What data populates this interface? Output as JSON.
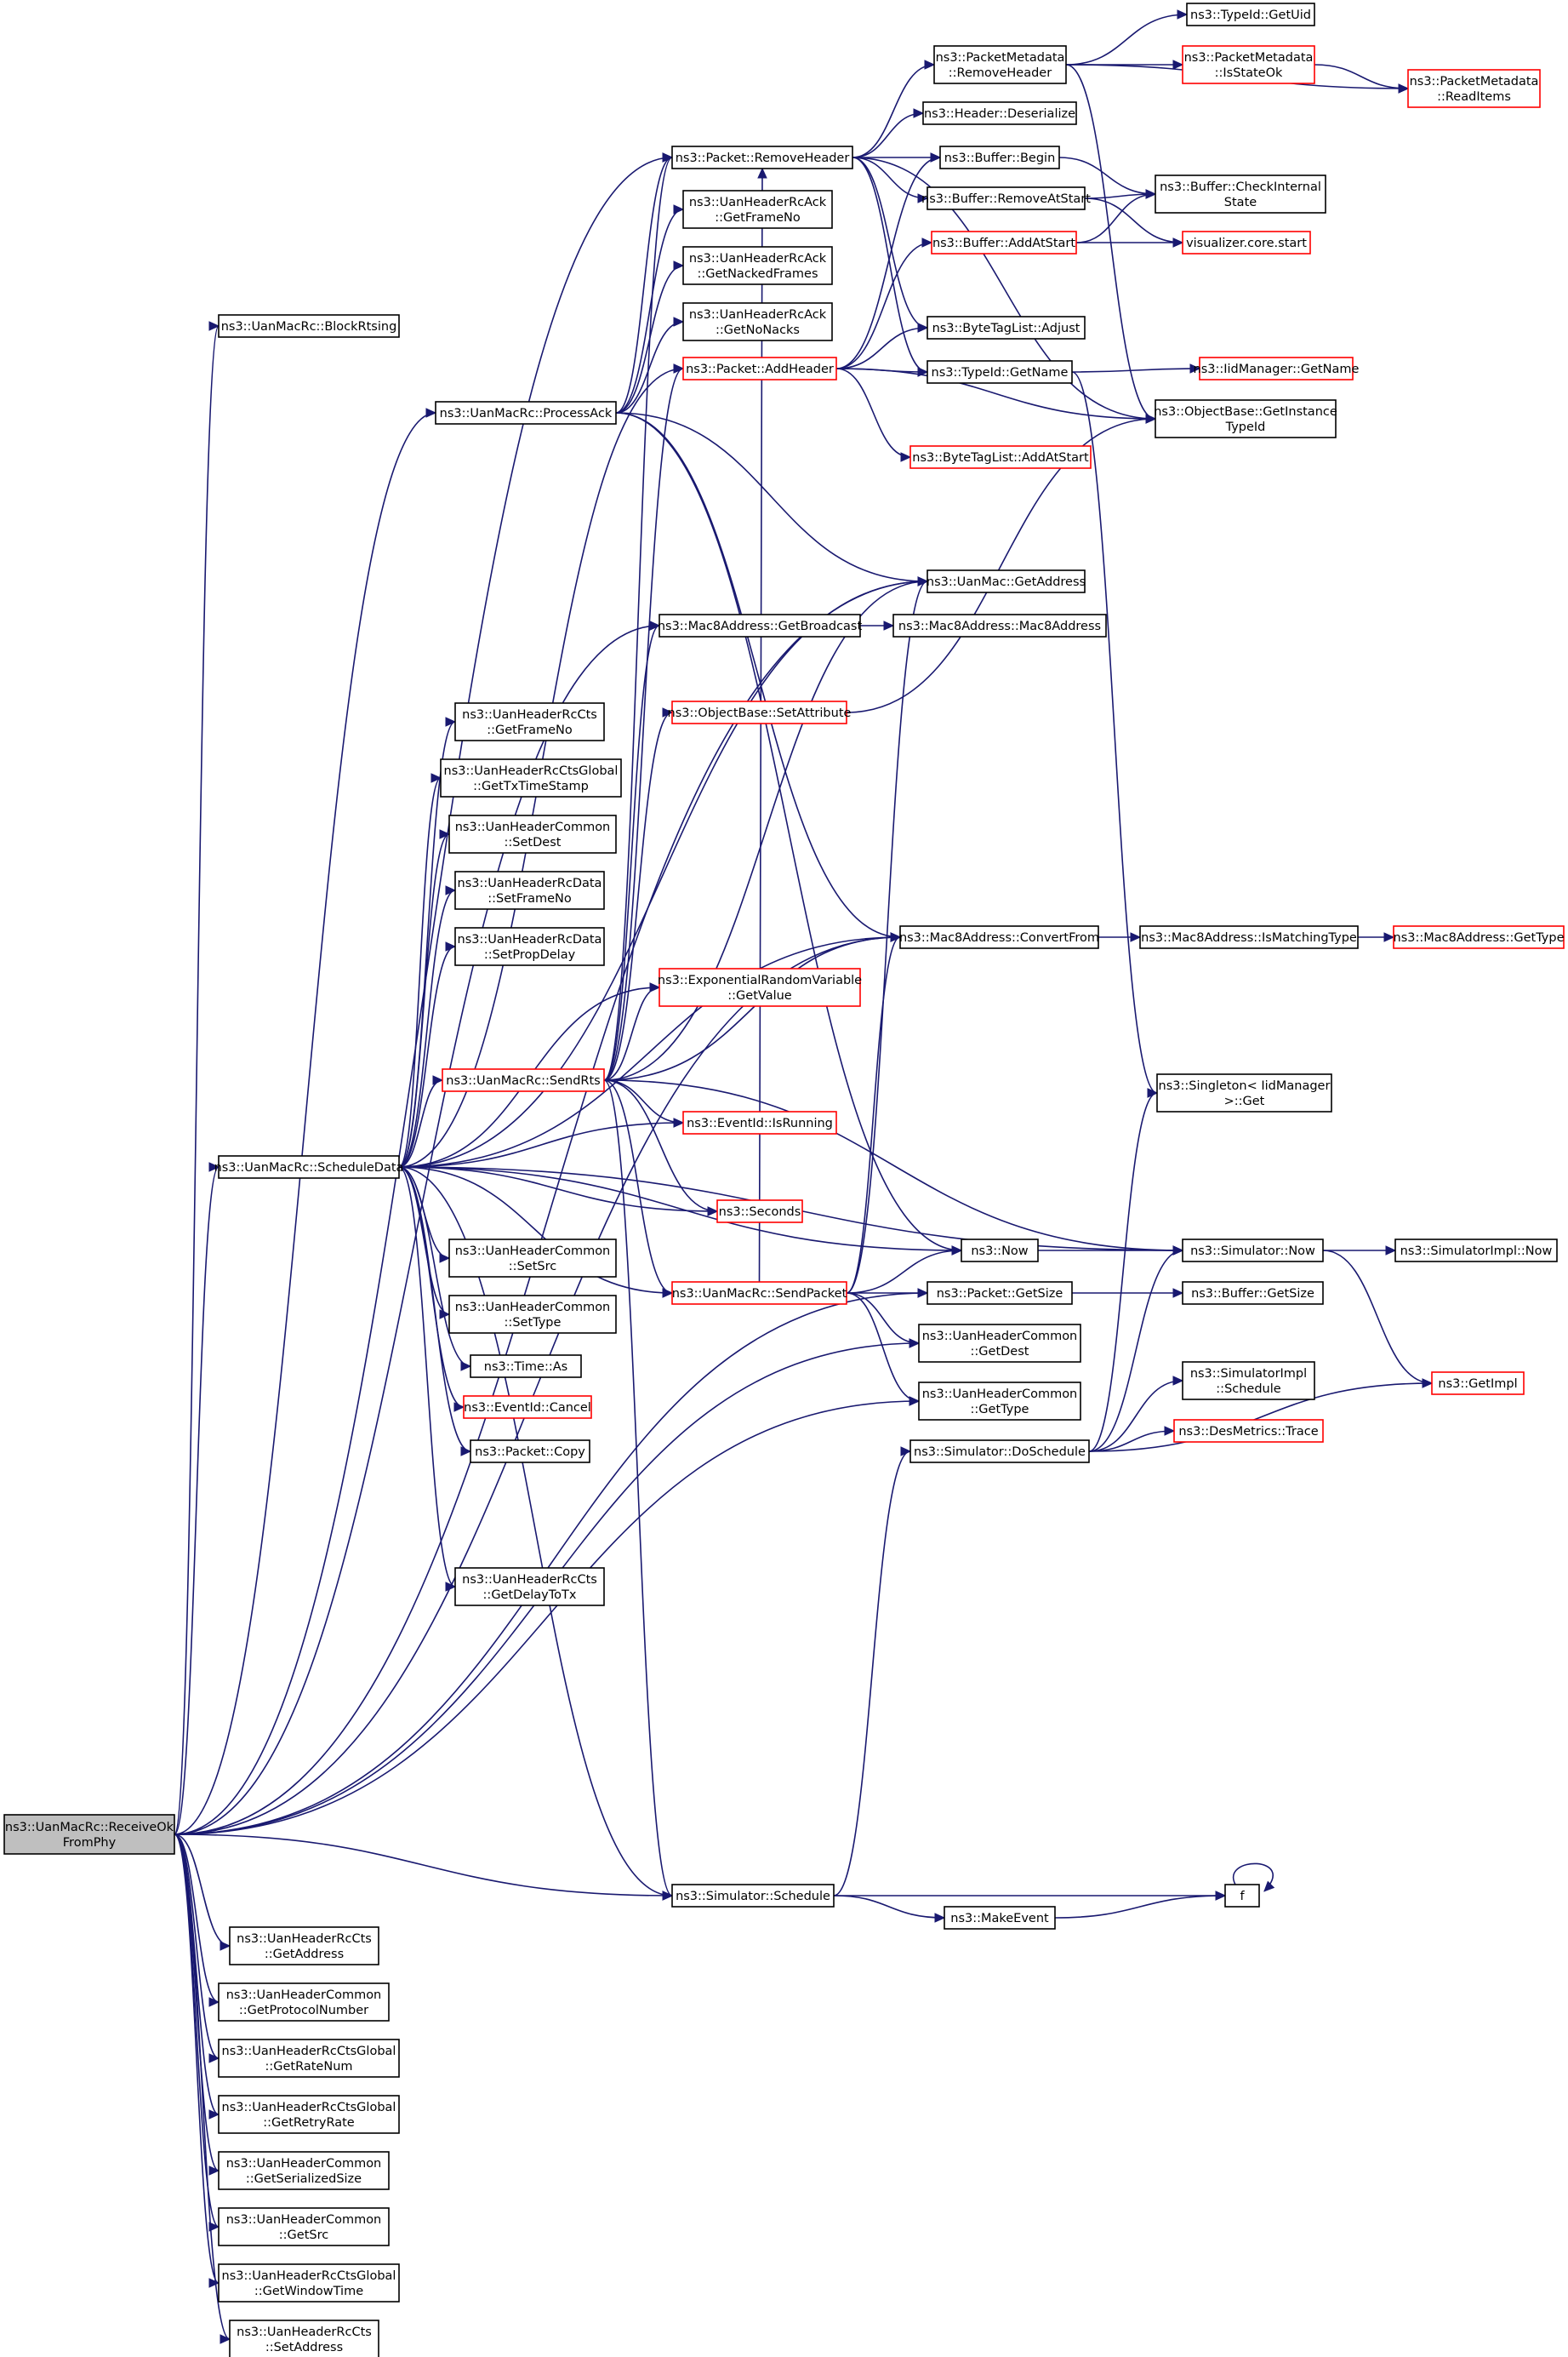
{
  "colors": {
    "edge": "#191970",
    "border_normal": "#000000",
    "border_red": "#ff0000",
    "root_fill": "#bfbfbf"
  },
  "nodes": [
    {
      "id": "root",
      "lines": [
        "ns3::UanMacRc::ReceiveOk",
        "FromPhy"
      ],
      "style": "root"
    },
    {
      "id": "blockRts",
      "lines": [
        "ns3::UanMacRc::BlockRtsing"
      ],
      "style": "normal"
    },
    {
      "id": "processAck",
      "lines": [
        "ns3::UanMacRc::ProcessAck"
      ],
      "style": "normal"
    },
    {
      "id": "scheduleData",
      "lines": [
        "ns3::UanMacRc::ScheduleData"
      ],
      "style": "normal"
    },
    {
      "id": "ctsGetAddress",
      "lines": [
        "ns3::UanHeaderRcCts",
        "::GetAddress"
      ],
      "style": "normal"
    },
    {
      "id": "commonGetProto",
      "lines": [
        "ns3::UanHeaderCommon",
        "::GetProtocolNumber"
      ],
      "style": "normal"
    },
    {
      "id": "ctsGlobalRateNum",
      "lines": [
        "ns3::UanHeaderRcCtsGlobal",
        "::GetRateNum"
      ],
      "style": "normal"
    },
    {
      "id": "ctsGlobalRetryRate",
      "lines": [
        "ns3::UanHeaderRcCtsGlobal",
        "::GetRetryRate"
      ],
      "style": "normal"
    },
    {
      "id": "commonGetSerSize",
      "lines": [
        "ns3::UanHeaderCommon",
        "::GetSerializedSize"
      ],
      "style": "normal"
    },
    {
      "id": "commonGetSrc",
      "lines": [
        "ns3::UanHeaderCommon",
        "::GetSrc"
      ],
      "style": "normal"
    },
    {
      "id": "ctsGlobalWindow",
      "lines": [
        "ns3::UanHeaderRcCtsGlobal",
        "::GetWindowTime"
      ],
      "style": "normal"
    },
    {
      "id": "ctsSetAddress",
      "lines": [
        "ns3::UanHeaderRcCts",
        "::SetAddress"
      ],
      "style": "normal"
    },
    {
      "id": "ctsGetFrameNo",
      "lines": [
        "ns3::UanHeaderRcCts",
        "::GetFrameNo"
      ],
      "style": "normal"
    },
    {
      "id": "ctsGlobalTxTs",
      "lines": [
        "ns3::UanHeaderRcCtsGlobal",
        "::GetTxTimeStamp"
      ],
      "style": "normal"
    },
    {
      "id": "commonSetDest",
      "lines": [
        "ns3::UanHeaderCommon",
        "::SetDest"
      ],
      "style": "normal"
    },
    {
      "id": "dataSetFrameNo",
      "lines": [
        "ns3::UanHeaderRcData",
        "::SetFrameNo"
      ],
      "style": "normal"
    },
    {
      "id": "dataSetPropDelay",
      "lines": [
        "ns3::UanHeaderRcData",
        "::SetPropDelay"
      ],
      "style": "normal"
    },
    {
      "id": "commonSetSrc",
      "lines": [
        "ns3::UanHeaderCommon",
        "::SetSrc"
      ],
      "style": "normal"
    },
    {
      "id": "commonSetType",
      "lines": [
        "ns3::UanHeaderCommon",
        "::SetType"
      ],
      "style": "normal"
    },
    {
      "id": "timeAs",
      "lines": [
        "ns3::Time::As"
      ],
      "style": "normal"
    },
    {
      "id": "eventCancel",
      "lines": [
        "ns3::EventId::Cancel"
      ],
      "style": "red"
    },
    {
      "id": "packetCopy",
      "lines": [
        "ns3::Packet::Copy"
      ],
      "style": "normal"
    },
    {
      "id": "ctsGetDelayToTx",
      "lines": [
        "ns3::UanHeaderRcCts",
        "::GetDelayToTx"
      ],
      "style": "normal"
    },
    {
      "id": "removeHeader",
      "lines": [
        "ns3::Packet::RemoveHeader"
      ],
      "style": "normal"
    },
    {
      "id": "ackGetFrameNo",
      "lines": [
        "ns3::UanHeaderRcAck",
        "::GetFrameNo"
      ],
      "style": "normal"
    },
    {
      "id": "ackGetNacked",
      "lines": [
        "ns3::UanHeaderRcAck",
        "::GetNackedFrames"
      ],
      "style": "normal"
    },
    {
      "id": "ackGetNoNacks",
      "lines": [
        "ns3::UanHeaderRcAck",
        "::GetNoNacks"
      ],
      "style": "normal"
    },
    {
      "id": "addHeader",
      "lines": [
        "ns3::Packet::AddHeader"
      ],
      "style": "red"
    },
    {
      "id": "getBroadcast",
      "lines": [
        "ns3::Mac8Address::GetBroadcast"
      ],
      "style": "normal"
    },
    {
      "id": "setAttribute",
      "lines": [
        "ns3::ObjectBase::SetAttribute"
      ],
      "style": "red"
    },
    {
      "id": "expGetValue",
      "lines": [
        "ns3::ExponentialRandomVariable",
        "::GetValue"
      ],
      "style": "red"
    },
    {
      "id": "sendRts",
      "lines": [
        "ns3::UanMacRc::SendRts"
      ],
      "style": "red"
    },
    {
      "id": "isRunning",
      "lines": [
        "ns3::EventId::IsRunning"
      ],
      "style": "red"
    },
    {
      "id": "seconds",
      "lines": [
        "ns3::Seconds"
      ],
      "style": "red"
    },
    {
      "id": "sendPacket",
      "lines": [
        "ns3::UanMacRc::SendPacket"
      ],
      "style": "red"
    },
    {
      "id": "simSchedule",
      "lines": [
        "ns3::Simulator::Schedule"
      ],
      "style": "normal"
    },
    {
      "id": "metaRemoveHeader",
      "lines": [
        "ns3::PacketMetadata",
        "::RemoveHeader"
      ],
      "style": "normal"
    },
    {
      "id": "headerDeserialize",
      "lines": [
        "ns3::Header::Deserialize"
      ],
      "style": "normal"
    },
    {
      "id": "bufferBegin",
      "lines": [
        "ns3::Buffer::Begin"
      ],
      "style": "normal"
    },
    {
      "id": "bufferRemoveAtStart",
      "lines": [
        "ns3::Buffer::RemoveAtStart"
      ],
      "style": "normal"
    },
    {
      "id": "bufferAddAtStart",
      "lines": [
        "ns3::Buffer::AddAtStart"
      ],
      "style": "red"
    },
    {
      "id": "byteTagAdjust",
      "lines": [
        "ns3::ByteTagList::Adjust"
      ],
      "style": "normal"
    },
    {
      "id": "typeIdGetName",
      "lines": [
        "ns3::TypeId::GetName"
      ],
      "style": "normal"
    },
    {
      "id": "byteTagAddAtStart",
      "lines": [
        "ns3::ByteTagList::AddAtStart"
      ],
      "style": "red"
    },
    {
      "id": "uanMacGetAddress",
      "lines": [
        "ns3::UanMac::GetAddress"
      ],
      "style": "normal"
    },
    {
      "id": "mac8Ctor",
      "lines": [
        "ns3::Mac8Address::Mac8Address"
      ],
      "style": "normal"
    },
    {
      "id": "convertFrom",
      "lines": [
        "ns3::Mac8Address::ConvertFrom"
      ],
      "style": "normal"
    },
    {
      "id": "now",
      "lines": [
        "ns3::Now"
      ],
      "style": "normal"
    },
    {
      "id": "packetGetSize",
      "lines": [
        "ns3::Packet::GetSize"
      ],
      "style": "normal"
    },
    {
      "id": "commonGetDest",
      "lines": [
        "ns3::UanHeaderCommon",
        "::GetDest"
      ],
      "style": "normal"
    },
    {
      "id": "commonGetType",
      "lines": [
        "ns3::UanHeaderCommon",
        "::GetType"
      ],
      "style": "normal"
    },
    {
      "id": "doSchedule",
      "lines": [
        "ns3::Simulator::DoSchedule"
      ],
      "style": "normal"
    },
    {
      "id": "makeEvent",
      "lines": [
        "ns3::MakeEvent"
      ],
      "style": "normal"
    },
    {
      "id": "typeIdGetUid",
      "lines": [
        "ns3::TypeId::GetUid"
      ],
      "style": "normal"
    },
    {
      "id": "metaIsStateOk",
      "lines": [
        "ns3::PacketMetadata",
        "::IsStateOk"
      ],
      "style": "red"
    },
    {
      "id": "metaReadItems",
      "lines": [
        "ns3::PacketMetadata",
        "::ReadItems"
      ],
      "style": "red"
    },
    {
      "id": "bufferCheckInternal",
      "lines": [
        "ns3::Buffer::CheckInternal",
        "State"
      ],
      "style": "normal"
    },
    {
      "id": "vizStart",
      "lines": [
        "visualizer.core.start"
      ],
      "style": "red"
    },
    {
      "id": "iidGetName",
      "lines": [
        "ns3::IidManager::GetName"
      ],
      "style": "red"
    },
    {
      "id": "getInstanceTypeId",
      "lines": [
        "ns3::ObjectBase::GetInstance",
        "TypeId"
      ],
      "style": "normal"
    },
    {
      "id": "isMatchingType",
      "lines": [
        "ns3::Mac8Address::IsMatchingType"
      ],
      "style": "normal"
    },
    {
      "id": "mac8GetType",
      "lines": [
        "ns3::Mac8Address::GetType"
      ],
      "style": "red"
    },
    {
      "id": "singletonGet",
      "lines": [
        "ns3::Singleton< IidManager",
        ">::Get"
      ],
      "style": "normal"
    },
    {
      "id": "simNow",
      "lines": [
        "ns3::Simulator::Now"
      ],
      "style": "normal"
    },
    {
      "id": "simImplNow",
      "lines": [
        "ns3::SimulatorImpl::Now"
      ],
      "style": "normal"
    },
    {
      "id": "bufferGetSize",
      "lines": [
        "ns3::Buffer::GetSize"
      ],
      "style": "normal"
    },
    {
      "id": "simImplSchedule",
      "lines": [
        "ns3::SimulatorImpl",
        "::Schedule"
      ],
      "style": "normal"
    },
    {
      "id": "desTrace",
      "lines": [
        "ns3::DesMetrics::Trace"
      ],
      "style": "red"
    },
    {
      "id": "getImpl",
      "lines": [
        "ns3::GetImpl"
      ],
      "style": "red"
    },
    {
      "id": "f",
      "lines": [
        "f"
      ],
      "style": "normal"
    }
  ],
  "edges": [
    [
      "root",
      "blockRts"
    ],
    [
      "root",
      "processAck"
    ],
    [
      "root",
      "scheduleData"
    ],
    [
      "root",
      "uanMacGetAddress"
    ],
    [
      "root",
      "getBroadcast"
    ],
    [
      "root",
      "convertFrom"
    ],
    [
      "root",
      "removeHeader"
    ],
    [
      "root",
      "packetGetSize"
    ],
    [
      "root",
      "commonGetDest"
    ],
    [
      "root",
      "commonGetType"
    ],
    [
      "root",
      "simSchedule"
    ],
    [
      "root",
      "ctsGetAddress"
    ],
    [
      "root",
      "commonGetProto"
    ],
    [
      "root",
      "ctsGlobalRateNum"
    ],
    [
      "root",
      "ctsGlobalRetryRate"
    ],
    [
      "root",
      "commonGetSerSize"
    ],
    [
      "root",
      "commonGetSrc"
    ],
    [
      "root",
      "ctsGlobalWindow"
    ],
    [
      "root",
      "ctsSetAddress"
    ],
    [
      "processAck",
      "removeHeader"
    ],
    [
      "processAck",
      "ackGetFrameNo"
    ],
    [
      "processAck",
      "ackGetNacked"
    ],
    [
      "processAck",
      "ackGetNoNacks"
    ],
    [
      "processAck",
      "uanMacGetAddress"
    ],
    [
      "processAck",
      "convertFrom"
    ],
    [
      "processAck",
      "now"
    ],
    [
      "scheduleData",
      "addHeader"
    ],
    [
      "scheduleData",
      "ctsGetFrameNo"
    ],
    [
      "scheduleData",
      "ctsGlobalTxTs"
    ],
    [
      "scheduleData",
      "commonSetDest"
    ],
    [
      "scheduleData",
      "dataSetFrameNo"
    ],
    [
      "scheduleData",
      "dataSetPropDelay"
    ],
    [
      "scheduleData",
      "sendRts"
    ],
    [
      "scheduleData",
      "isRunning"
    ],
    [
      "scheduleData",
      "commonSetSrc"
    ],
    [
      "scheduleData",
      "commonSetType"
    ],
    [
      "scheduleData",
      "timeAs"
    ],
    [
      "scheduleData",
      "eventCancel"
    ],
    [
      "scheduleData",
      "packetCopy"
    ],
    [
      "scheduleData",
      "ctsGetDelayToTx"
    ],
    [
      "scheduleData",
      "uanMacGetAddress"
    ],
    [
      "scheduleData",
      "convertFrom"
    ],
    [
      "scheduleData",
      "now"
    ],
    [
      "scheduleData",
      "simNow"
    ],
    [
      "scheduleData",
      "seconds"
    ],
    [
      "scheduleData",
      "sendPacket"
    ],
    [
      "scheduleData",
      "simSchedule"
    ],
    [
      "scheduleData",
      "expGetValue"
    ],
    [
      "sendRts",
      "addHeader"
    ],
    [
      "sendRts",
      "getBroadcast"
    ],
    [
      "sendRts",
      "setAttribute"
    ],
    [
      "sendRts",
      "expGetValue"
    ],
    [
      "sendRts",
      "isRunning"
    ],
    [
      "sendRts",
      "seconds"
    ],
    [
      "sendRts",
      "sendPacket"
    ],
    [
      "sendRts",
      "simSchedule"
    ],
    [
      "sendRts",
      "convertFrom"
    ],
    [
      "sendRts",
      "uanMacGetAddress"
    ],
    [
      "sendRts",
      "simNow"
    ],
    [
      "sendRts",
      "removeHeader"
    ],
    [
      "sendPacket",
      "now"
    ],
    [
      "sendPacket",
      "packetGetSize"
    ],
    [
      "sendPacket",
      "commonGetDest"
    ],
    [
      "sendPacket",
      "commonGetType"
    ],
    [
      "sendPacket",
      "uanMacGetAddress"
    ],
    [
      "sendPacket",
      "convertFrom"
    ],
    [
      "sendPacket",
      "removeHeader"
    ],
    [
      "removeHeader",
      "metaRemoveHeader"
    ],
    [
      "removeHeader",
      "headerDeserialize"
    ],
    [
      "removeHeader",
      "bufferBegin"
    ],
    [
      "removeHeader",
      "bufferRemoveAtStart"
    ],
    [
      "removeHeader",
      "byteTagAdjust"
    ],
    [
      "removeHeader",
      "typeIdGetName"
    ],
    [
      "removeHeader",
      "getInstanceTypeId"
    ],
    [
      "addHeader",
      "bufferBegin"
    ],
    [
      "addHeader",
      "bufferAddAtStart"
    ],
    [
      "addHeader",
      "byteTagAdjust"
    ],
    [
      "addHeader",
      "typeIdGetName"
    ],
    [
      "addHeader",
      "byteTagAddAtStart"
    ],
    [
      "addHeader",
      "getInstanceTypeId"
    ],
    [
      "metaRemoveHeader",
      "typeIdGetUid"
    ],
    [
      "metaRemoveHeader",
      "metaIsStateOk"
    ],
    [
      "metaRemoveHeader",
      "metaReadItems"
    ],
    [
      "metaRemoveHeader",
      "getInstanceTypeId"
    ],
    [
      "metaIsStateOk",
      "metaReadItems"
    ],
    [
      "bufferBegin",
      "bufferCheckInternal"
    ],
    [
      "bufferRemoveAtStart",
      "bufferCheckInternal"
    ],
    [
      "bufferRemoveAtStart",
      "vizStart"
    ],
    [
      "bufferAddAtStart",
      "bufferCheckInternal"
    ],
    [
      "bufferAddAtStart",
      "vizStart"
    ],
    [
      "typeIdGetName",
      "iidGetName"
    ],
    [
      "typeIdGetName",
      "singletonGet"
    ],
    [
      "getBroadcast",
      "mac8Ctor"
    ],
    [
      "setAttribute",
      "getInstanceTypeId"
    ],
    [
      "convertFrom",
      "isMatchingType"
    ],
    [
      "isMatchingType",
      "mac8GetType"
    ],
    [
      "now",
      "simNow"
    ],
    [
      "simNow",
      "simImplNow"
    ],
    [
      "simNow",
      "getImpl"
    ],
    [
      "packetGetSize",
      "bufferGetSize"
    ],
    [
      "simSchedule",
      "doSchedule"
    ],
    [
      "simSchedule",
      "makeEvent"
    ],
    [
      "simSchedule",
      "f"
    ],
    [
      "makeEvent",
      "f"
    ],
    [
      "f",
      "f"
    ],
    [
      "doSchedule",
      "singletonGet"
    ],
    [
      "doSchedule",
      "simNow"
    ],
    [
      "doSchedule",
      "simImplSchedule"
    ],
    [
      "doSchedule",
      "desTrace"
    ],
    [
      "doSchedule",
      "getImpl"
    ]
  ]
}
